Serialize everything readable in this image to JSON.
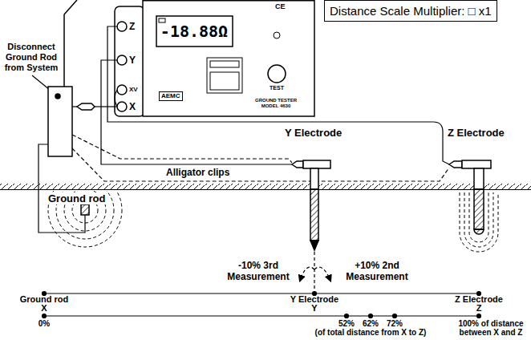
{
  "diagram": {
    "nodes": [
      {
        "text": [
          "Z",
          "Y",
          "XV",
          "X",
          "-18.88Ω",
          "CE",
          "TEST",
          "AEMC",
          "GROUND TESTER MODEL 4630"
        ]
      },
      {
        "text": [
          "Distance Scale Multiplier: □ x1"
        ]
      }
    ],
    "labels": [
      "Disconnect Ground Rod from System",
      "Alligator clips",
      "Y Electrode",
      "Z Electrode",
      "Ground rod",
      "-10% 3rd Measurement",
      "+10% 2nd Measurement",
      "Ground rod",
      "X",
      "Y Electrode",
      "Y",
      "Z Electrode",
      "Z",
      "0%",
      "52%",
      "62%",
      "72%",
      "(of total distance from X to Z)",
      "100% of distance between X and Z"
    ]
  }
}
